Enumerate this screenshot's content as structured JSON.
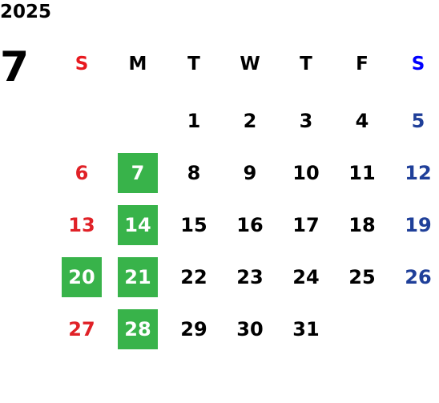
{
  "year": "2025",
  "month": "7",
  "weekdays": [
    "S",
    "M",
    "T",
    "W",
    "T",
    "F",
    "S"
  ],
  "colors": {
    "sunday": "#e02127",
    "saturday": "#1f3f99",
    "saturday_header": "#0000ff",
    "highlight": "#38b34a"
  },
  "weeks": [
    [
      {
        "label": "",
        "kind": "empty",
        "hl": false
      },
      {
        "label": "",
        "kind": "empty",
        "hl": false
      },
      {
        "label": "1",
        "kind": "weekday",
        "hl": false
      },
      {
        "label": "2",
        "kind": "weekday",
        "hl": false
      },
      {
        "label": "3",
        "kind": "weekday",
        "hl": false
      },
      {
        "label": "4",
        "kind": "weekday",
        "hl": false
      },
      {
        "label": "5",
        "kind": "sat",
        "hl": false
      }
    ],
    [
      {
        "label": "6",
        "kind": "sun",
        "hl": false
      },
      {
        "label": "7",
        "kind": "weekday",
        "hl": true
      },
      {
        "label": "8",
        "kind": "weekday",
        "hl": false
      },
      {
        "label": "9",
        "kind": "weekday",
        "hl": false
      },
      {
        "label": "10",
        "kind": "weekday",
        "hl": false
      },
      {
        "label": "11",
        "kind": "weekday",
        "hl": false
      },
      {
        "label": "12",
        "kind": "sat",
        "hl": false
      }
    ],
    [
      {
        "label": "13",
        "kind": "sun",
        "hl": false
      },
      {
        "label": "14",
        "kind": "weekday",
        "hl": true
      },
      {
        "label": "15",
        "kind": "weekday",
        "hl": false
      },
      {
        "label": "16",
        "kind": "weekday",
        "hl": false
      },
      {
        "label": "17",
        "kind": "weekday",
        "hl": false
      },
      {
        "label": "18",
        "kind": "weekday",
        "hl": false
      },
      {
        "label": "19",
        "kind": "sat",
        "hl": false
      }
    ],
    [
      {
        "label": "20",
        "kind": "sun",
        "hl": true
      },
      {
        "label": "21",
        "kind": "weekday",
        "hl": true
      },
      {
        "label": "22",
        "kind": "weekday",
        "hl": false
      },
      {
        "label": "23",
        "kind": "weekday",
        "hl": false
      },
      {
        "label": "24",
        "kind": "weekday",
        "hl": false
      },
      {
        "label": "25",
        "kind": "weekday",
        "hl": false
      },
      {
        "label": "26",
        "kind": "sat",
        "hl": false
      }
    ],
    [
      {
        "label": "27",
        "kind": "sun",
        "hl": false
      },
      {
        "label": "28",
        "kind": "weekday",
        "hl": true
      },
      {
        "label": "29",
        "kind": "weekday",
        "hl": false
      },
      {
        "label": "30",
        "kind": "weekday",
        "hl": false
      },
      {
        "label": "31",
        "kind": "weekday",
        "hl": false
      },
      {
        "label": "",
        "kind": "empty",
        "hl": false
      },
      {
        "label": "",
        "kind": "empty",
        "hl": false
      }
    ]
  ]
}
